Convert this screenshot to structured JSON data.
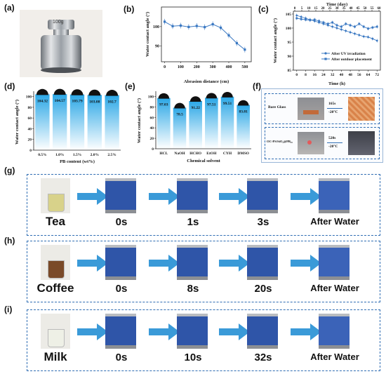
{
  "panels": {
    "a": "(a)",
    "b": "(b)",
    "c": "(c)",
    "d": "(d)",
    "e": "(e)",
    "f": "(f)",
    "g": "(g)",
    "h": "(h)",
    "i": "(i)"
  },
  "colors": {
    "series": "#3a78c2",
    "bars_top": "#2ba7e6",
    "bars_bottom": "#ffffff",
    "frame": "#2f6db3"
  },
  "panel_a": {
    "weight_label": "100g"
  },
  "chart_b": {
    "type": "line",
    "xlabel": "Abrasion distance (cm)",
    "ylabel": "Water contact angle (°)",
    "xlim": [
      -20,
      540
    ],
    "ylim": [
      82,
      110
    ],
    "xticks": [
      "0",
      "100",
      "200",
      "300",
      "400",
      "500"
    ],
    "yticks": [
      "90",
      "100"
    ],
    "x": [
      0,
      50,
      100,
      150,
      200,
      250,
      300,
      350,
      400,
      450,
      500
    ],
    "y": [
      102.5,
      100.2,
      100.5,
      99.8,
      100.3,
      99.7,
      101.2,
      99.4,
      95.5,
      91.5,
      88.2
    ]
  },
  "chart_c": {
    "type": "line",
    "xlabel": "Time (h)",
    "x2label": "Time (day)",
    "ylabel": "Water contact angle (°)",
    "xlim": [
      -3,
      75
    ],
    "ylim": [
      85,
      106
    ],
    "xticks": [
      "0",
      "8",
      "16",
      "24",
      "32",
      "40",
      "48",
      "56",
      "64",
      "72"
    ],
    "x2ticks": [
      "0",
      "5",
      "10",
      "15",
      "20",
      "25",
      "30",
      "35",
      "40",
      "45",
      "50",
      "55",
      "60"
    ],
    "yticks": [
      "85",
      "90",
      "95",
      "100",
      "105"
    ],
    "series": [
      {
        "name": "After UV irradiation",
        "x": [
          0,
          4,
          8,
          12,
          16,
          20,
          24,
          28,
          32,
          36,
          40,
          44,
          48,
          52,
          56,
          60,
          64,
          68,
          72
        ],
        "y": [
          104.5,
          104,
          103.5,
          103,
          102.5,
          102,
          101.5,
          101,
          100.5,
          100,
          99.5,
          99,
          98.5,
          98,
          97.5,
          97,
          96.8,
          96.2,
          95.5
        ]
      },
      {
        "name": "After outdoor placement",
        "x": [
          0,
          4,
          8,
          12,
          16,
          20,
          24,
          28,
          32,
          36,
          40,
          44,
          48,
          52,
          56,
          60,
          64,
          68,
          72
        ],
        "y": [
          103.5,
          103.2,
          103,
          102.8,
          103,
          102.5,
          102,
          101.5,
          102,
          101,
          100.5,
          101.5,
          101,
          100.5,
          101.5,
          100.5,
          99.8,
          100.2,
          100.5
        ]
      }
    ],
    "legend": "bottom-right"
  },
  "chart_d": {
    "type": "bar",
    "xlabel": "PB content (wt%)",
    "ylabel": "Water contact angle (°)",
    "ylim": [
      0,
      110
    ],
    "yticks": [
      "0",
      "20",
      "40",
      "60",
      "80",
      "100"
    ],
    "categories": [
      "0.5%",
      "1.0%",
      "1.5%",
      "2.0%",
      "2.5%"
    ],
    "values": [
      104.32,
      104.57,
      103.79,
      103.08,
      102.7
    ],
    "labels": [
      "104.32",
      "104.57",
      "103.79",
      "103.08",
      "102.7"
    ]
  },
  "chart_e": {
    "type": "bar",
    "xlabel": "Chemical solvent",
    "ylabel": "Water contact angle (°)",
    "ylim": [
      0,
      110
    ],
    "yticks": [
      "0",
      "20",
      "40",
      "60",
      "80",
      "100"
    ],
    "categories": [
      "HCL",
      "NaOH",
      "HCHO",
      "EtOH",
      "CYH",
      "DMSO"
    ],
    "values": [
      97.03,
      78.5,
      91.22,
      97.51,
      99.51,
      83.81
    ],
    "labels": [
      "97.03",
      "78.5",
      "91.22",
      "97.51",
      "99.51",
      "83.81"
    ]
  },
  "panel_f": {
    "row1_label": "Bare Glass",
    "row1_time": "165s",
    "row1_temp": "-20°C",
    "row2_label": "OC-PS/SiO₂@PB₂₅",
    "row2_time": "520s",
    "row2_temp": "-20°C"
  },
  "sequences": [
    {
      "liquid": "Tea",
      "steps": [
        "0s",
        "1s",
        "3s",
        "After Water"
      ],
      "cup": "#d8d28a"
    },
    {
      "liquid": "Coffee",
      "steps": [
        "0s",
        "8s",
        "20s",
        "After Water"
      ],
      "cup": "#7a4a28"
    },
    {
      "liquid": "Milk",
      "steps": [
        "0s",
        "10s",
        "32s",
        "After Water"
      ],
      "cup": "#eef0e6"
    }
  ]
}
